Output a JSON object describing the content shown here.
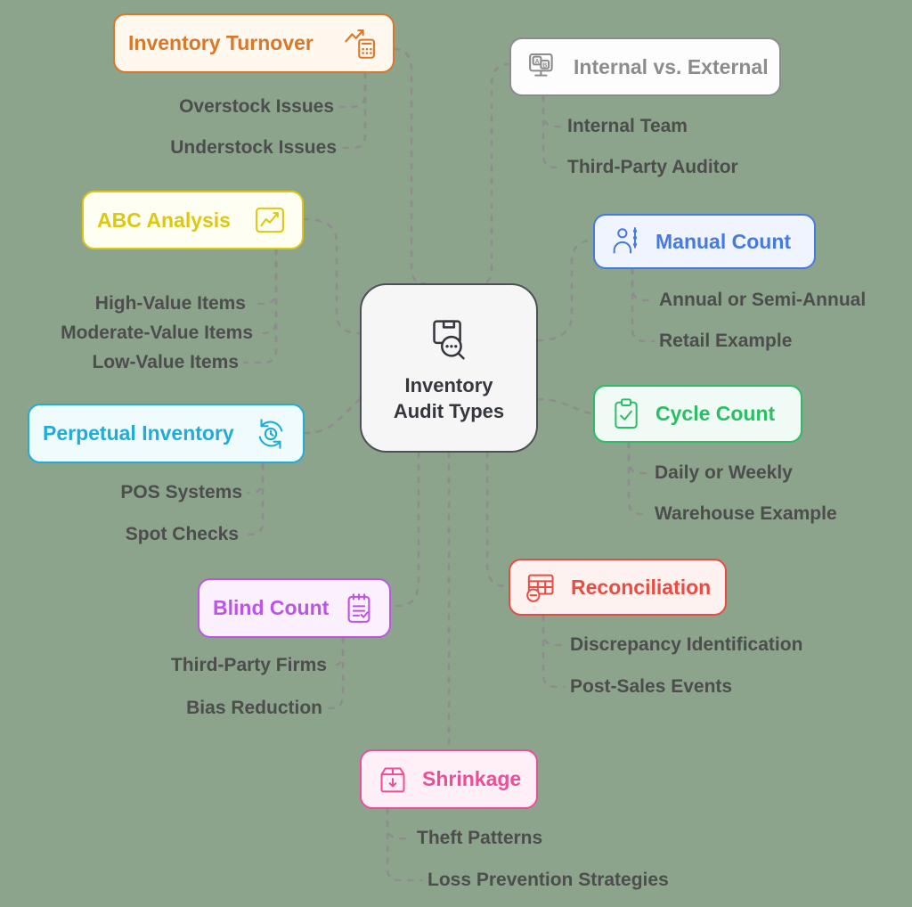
{
  "background_color": "#8ba48b",
  "connector_color": "#8d8d8d",
  "center": {
    "icon": "package-magnifier-icon",
    "label_line1": "Inventory",
    "label_line2": "Audit Types"
  },
  "branches": [
    {
      "id": "inventory-turnover",
      "label": "Inventory Turnover",
      "icon": "calculator-trend-icon",
      "accent_color": "#d9772a",
      "fill_color": "#fef8ef",
      "children": [
        "Overstock Issues",
        "Understock Issues"
      ]
    },
    {
      "id": "abc-analysis",
      "label": "ABC Analysis",
      "icon": "chart-board-icon",
      "accent_color": "#dcc90f",
      "fill_color": "#fffef2",
      "children": [
        "High-Value Items",
        "Moderate-Value Items",
        "Low-Value Items"
      ]
    },
    {
      "id": "perpetual-inventory",
      "label": "Perpetual Inventory",
      "icon": "cycle-arrows-clock-icon",
      "accent_color": "#1fadd8",
      "fill_color": "#f0fbfe",
      "children": [
        "POS Systems",
        "Spot Checks"
      ]
    },
    {
      "id": "blind-count",
      "label": "Blind Count",
      "icon": "notepad-checklist-icon",
      "accent_color": "#bd54e6",
      "fill_color": "#faf0fe",
      "children": [
        "Third-Party Firms",
        "Bias Reduction"
      ]
    },
    {
      "id": "shrinkage",
      "label": "Shrinkage",
      "icon": "package-arrow-icon",
      "accent_color": "#ec4f97",
      "fill_color": "#fef0f6",
      "children": [
        "Theft Patterns",
        "Loss Prevention Strategies"
      ]
    },
    {
      "id": "internal-vs-external",
      "label": "Internal vs. External",
      "icon": "monitor-ab-icon",
      "accent_color": "#8c8c8c",
      "fill_color": "#fdfdfd",
      "ab_letters": [
        "A",
        "B"
      ],
      "children": [
        "Internal Team",
        "Third-Party Auditor"
      ]
    },
    {
      "id": "manual-count",
      "label": "Manual Count",
      "icon": "person-tally-icon",
      "accent_color": "#4679e2",
      "fill_color": "#eff4fe",
      "children": [
        "Annual or Semi-Annual",
        "Retail Example"
      ]
    },
    {
      "id": "cycle-count",
      "label": "Cycle Count",
      "icon": "clipboard-check-icon",
      "accent_color": "#2cbd66",
      "fill_color": "#effbf4",
      "children": [
        "Daily or Weekly",
        "Warehouse Example"
      ]
    },
    {
      "id": "reconciliation",
      "label": "Reconciliation",
      "icon": "table-minus-icon",
      "accent_color": "#e84c42",
      "fill_color": "#fef2f1",
      "children": [
        "Discrepancy Identification",
        "Post-Sales Events"
      ]
    }
  ]
}
